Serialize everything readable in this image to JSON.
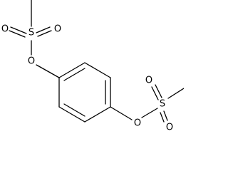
{
  "molecule": {
    "atoms": {
      "s_top": "S",
      "o_top_left": "O",
      "o_top_right": "O",
      "o_top_ester": "O",
      "o_bottom_ester": "O",
      "s_bottom": "S",
      "o_bottom_left": "O",
      "o_bottom_down": "O"
    }
  }
}
